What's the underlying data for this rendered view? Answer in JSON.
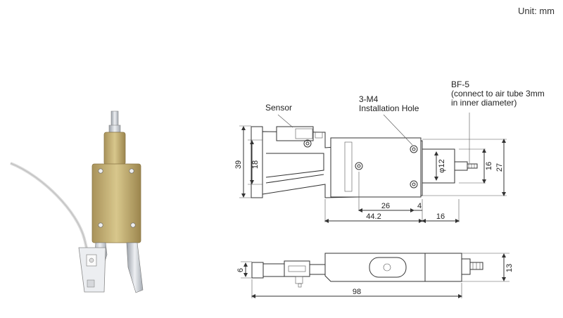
{
  "unit_label": "Unit: mm",
  "callouts": {
    "sensor": "Sensor",
    "hole_line1": "3-M4",
    "hole_line2": "Installation Hole",
    "bf_line1": "BF-5",
    "bf_line2": "(connect to air tube 3mm",
    "bf_line3": "in inner diameter)"
  },
  "dimensions": {
    "height_39": "39",
    "height_18": "18",
    "width_26": "26",
    "width_4": "4",
    "width_44_2": "44.2",
    "width_16_bottom": "16",
    "dia_12": "φ12",
    "height_16": "16",
    "height_27": "27",
    "side_6": "6",
    "side_13": "13",
    "length_98": "98"
  },
  "colors": {
    "body_gold": "#c2ae6e",
    "jaw_silver": "#c8ccd2",
    "tube_white": "#e6e6e6"
  }
}
